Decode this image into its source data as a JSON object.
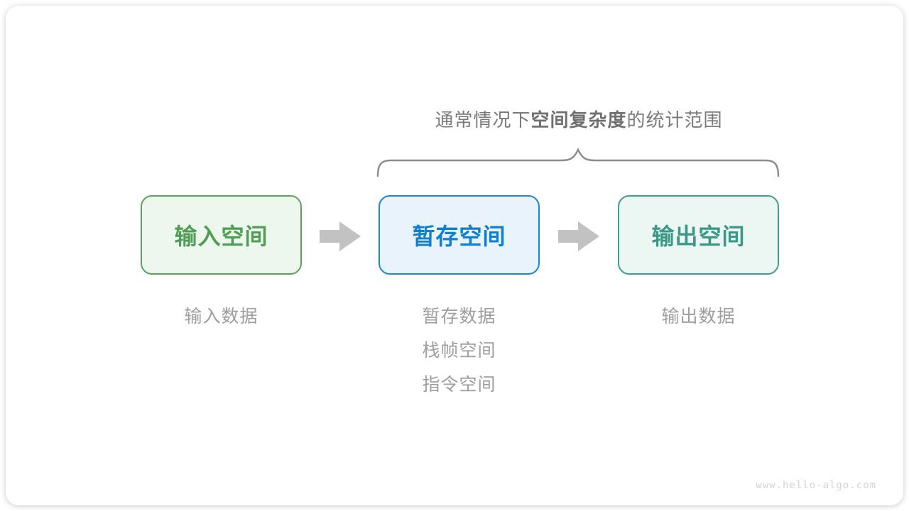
{
  "title": {
    "prefix": "通常情况下",
    "bold": "空间复杂度",
    "suffix": "的统计范围"
  },
  "boxes": [
    {
      "label": "输入空间",
      "text_color": "#4f9e53",
      "border_color": "#5ba25b",
      "bg_color": "#eef7ee"
    },
    {
      "label": "暂存空间",
      "text_color": "#0f7fd0",
      "border_color": "#1c86d8",
      "bg_color": "#e8f3fc"
    },
    {
      "label": "输出空间",
      "text_color": "#3a9886",
      "border_color": "#3f9d8b",
      "bg_color": "#ecf6f3"
    }
  ],
  "notes": {
    "input": "输入数据",
    "temp": [
      "暂存数据",
      "栈帧空间",
      "指令空间"
    ],
    "output": "输出数据"
  },
  "brace_color": "#8c8c8c",
  "arrow_color": "#c2c2c2",
  "watermark": "www.hello-algo.com"
}
